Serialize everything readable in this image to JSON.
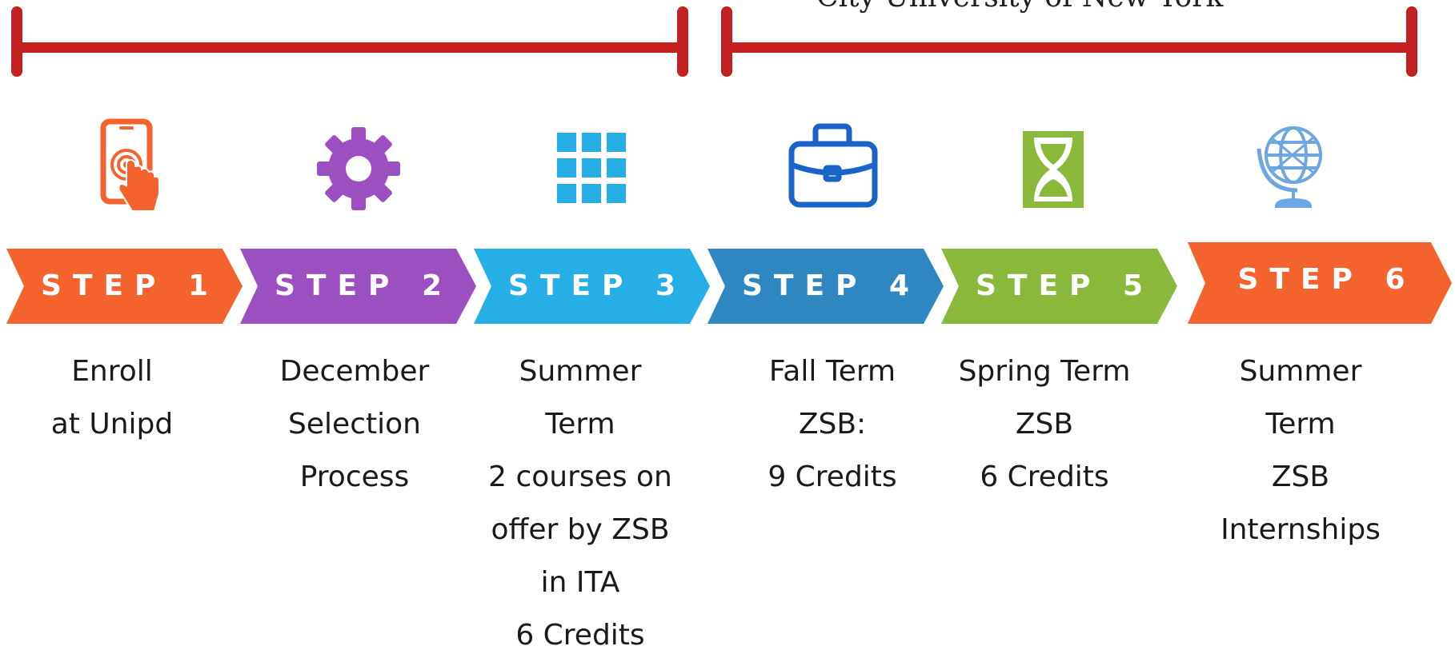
{
  "header": {
    "right_label": "City University of New York"
  },
  "colors": {
    "bracket": "#c3201f",
    "step1": "#f4622d",
    "step2": "#9b4fc0",
    "step3": "#26aee6",
    "step4": "#2f87c1",
    "step5": "#8ab83a",
    "step6": "#f4622d"
  },
  "steps": [
    {
      "label": "STEP 1",
      "icon": "tablet-touch-icon",
      "lines": [
        "Enroll",
        "at Unipd"
      ]
    },
    {
      "label": "STEP 2",
      "icon": "gear-icon",
      "lines": [
        "December",
        "Selection",
        "Process"
      ]
    },
    {
      "label": "STEP 3",
      "icon": "grid-icon",
      "lines": [
        "Summer",
        "Term",
        "2 courses on",
        "offer by ZSB",
        "in ITA",
        "6 Credits"
      ]
    },
    {
      "label": "STEP 4",
      "icon": "briefcase-icon",
      "lines": [
        "Fall Term",
        "ZSB:",
        "9 Credits"
      ]
    },
    {
      "label": "STEP 5",
      "icon": "hourglass-icon",
      "lines": [
        "Spring Term",
        "ZSB",
        "6 Credits"
      ]
    },
    {
      "label": "STEP 6",
      "icon": "globe-icon",
      "lines": [
        "Summer",
        "Term",
        "ZSB",
        "Internships"
      ]
    }
  ]
}
